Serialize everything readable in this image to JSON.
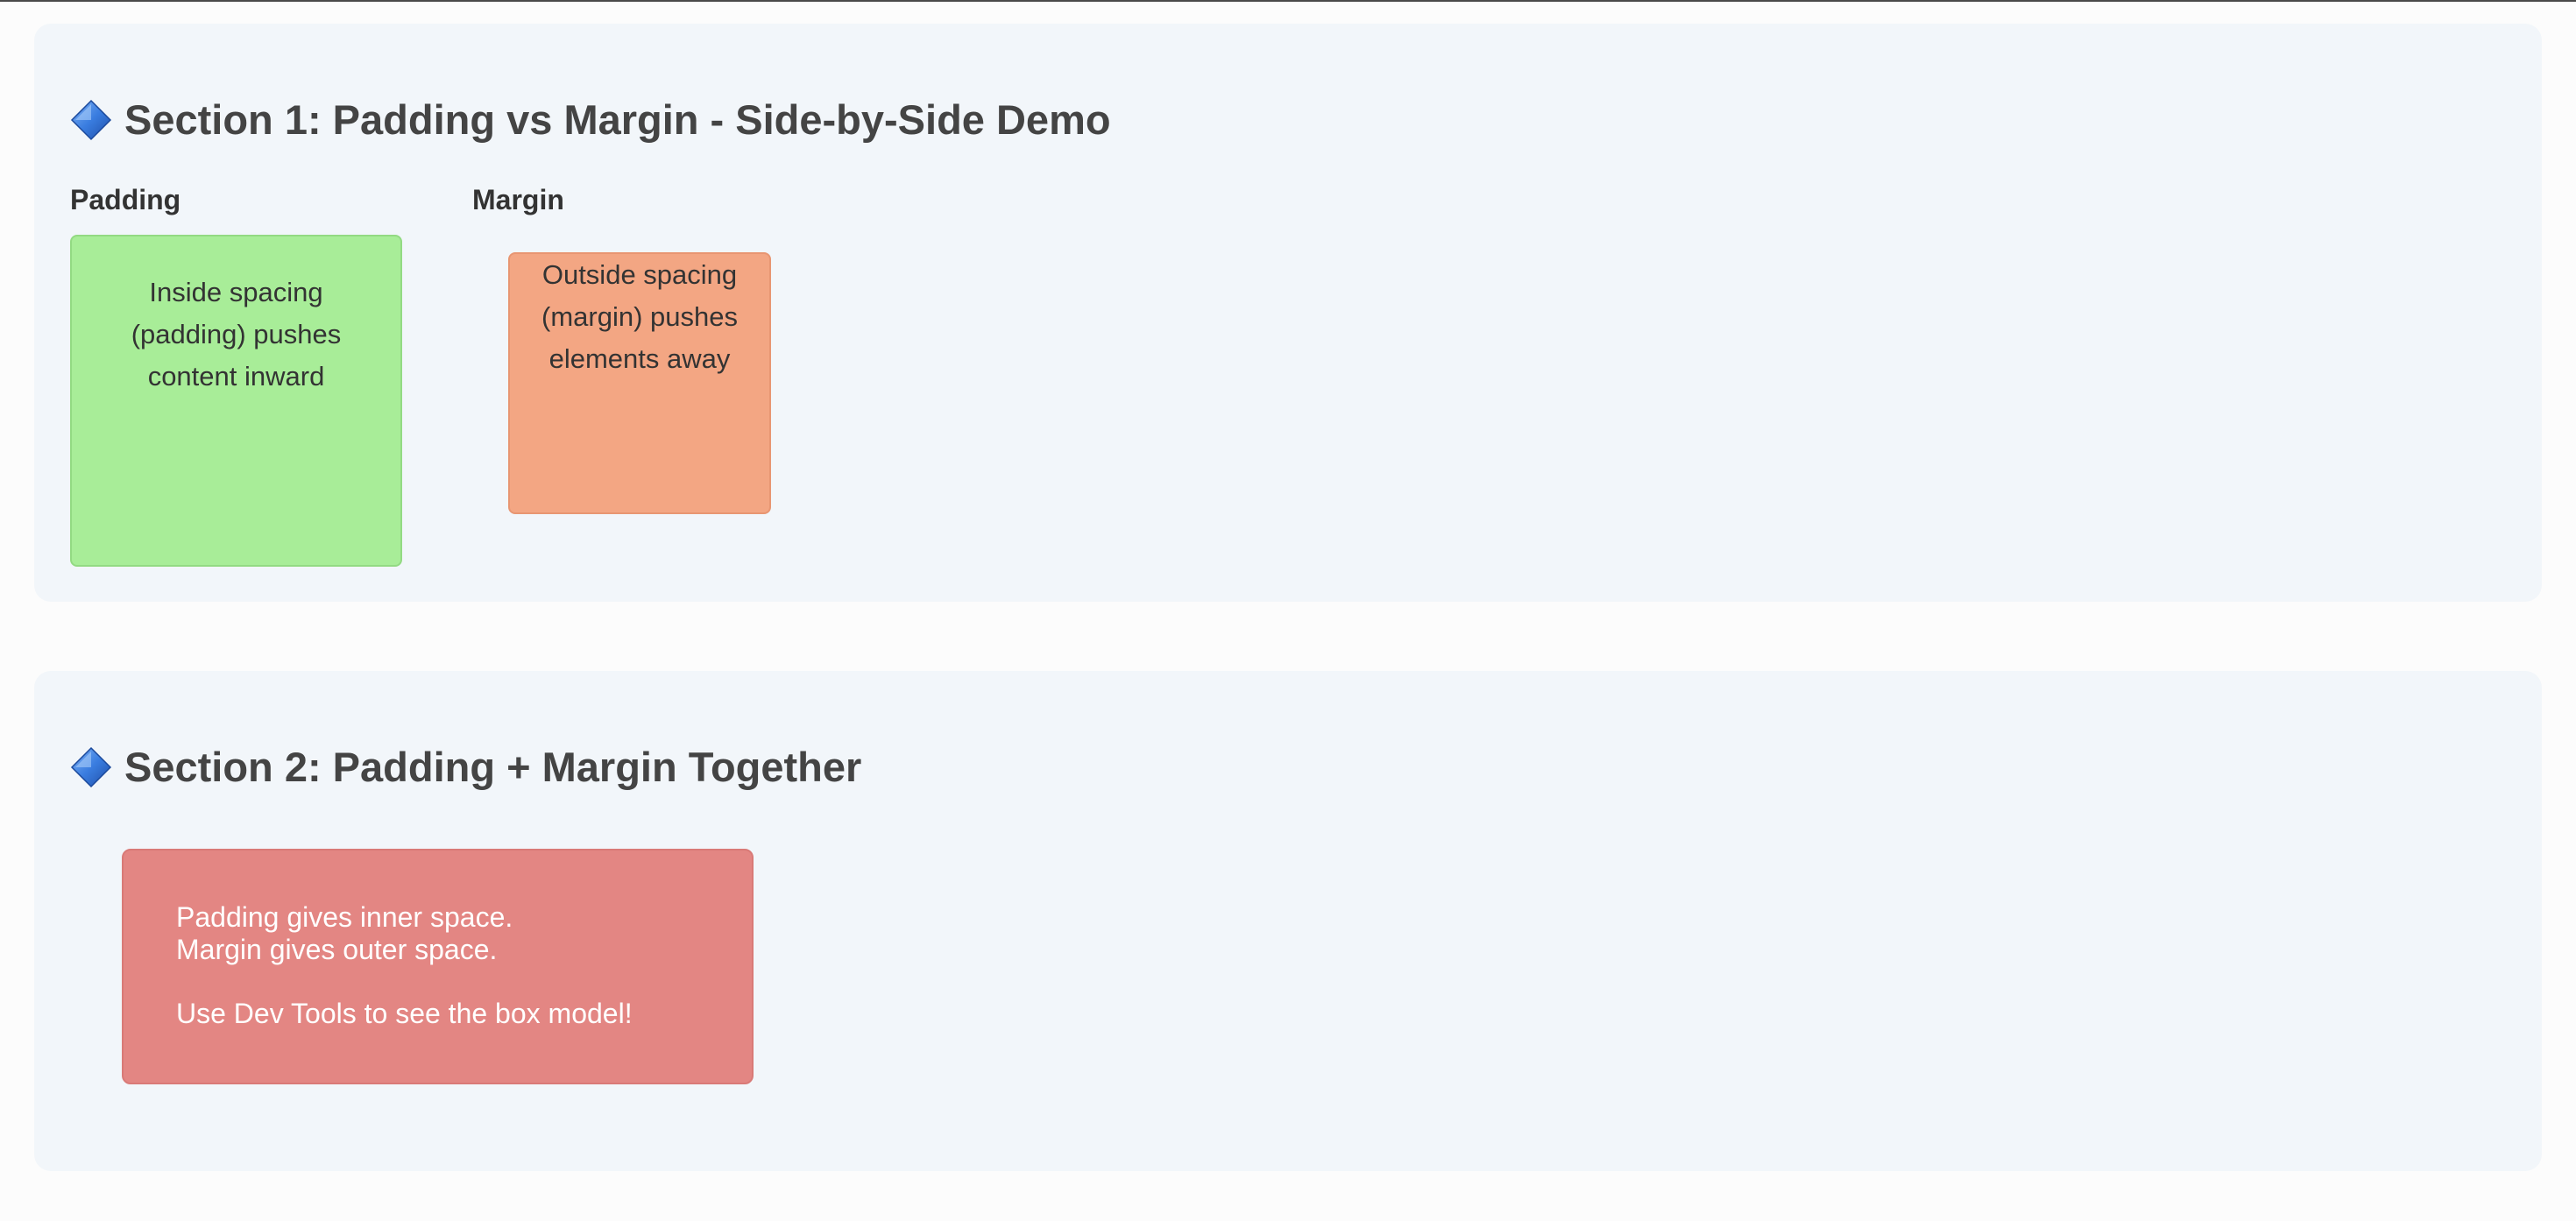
{
  "colors": {
    "section_bg": "#f2f6fa",
    "padding_box": "#a8ed98",
    "margin_box": "#f3a683",
    "combo_box": "#e38683",
    "title_text": "#444444",
    "diamond_icon": "#2f6fd0"
  },
  "section1": {
    "icon": "blue-diamond-icon",
    "title": "Section 1: Padding vs Margin - Side-by-Side Demo",
    "padding_label": "Padding",
    "margin_label": "Margin",
    "padding_box_text": "Inside spacing (padding) pushes content inward",
    "margin_box_text": "Outside spacing (margin) pushes elements away"
  },
  "section2": {
    "icon": "blue-diamond-icon",
    "title": "Section 2: Padding + Margin Together",
    "lines": [
      "Padding gives inner space.",
      "Margin gives outer space.",
      "Use Dev Tools to see the box model!"
    ]
  }
}
